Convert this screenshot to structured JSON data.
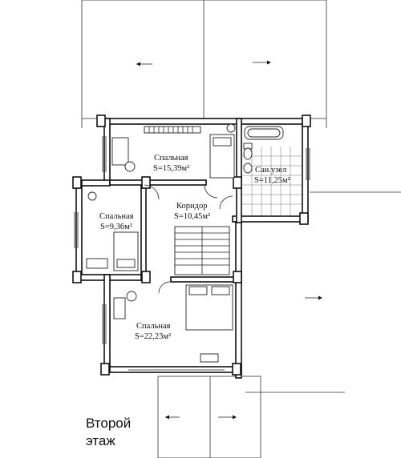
{
  "floor_title": {
    "line1": "Второй",
    "line2": "этаж"
  },
  "rooms": [
    {
      "name": "Спальная",
      "area": "S=15,39м²"
    },
    {
      "name": "Сан.узел",
      "area": "S=11,25м²"
    },
    {
      "name": "Коридор",
      "area": "S=10,45м²"
    },
    {
      "name": "Спальная",
      "area": "S=9,36м²"
    },
    {
      "name": "Спальная",
      "area": "S=22,23м²"
    }
  ]
}
